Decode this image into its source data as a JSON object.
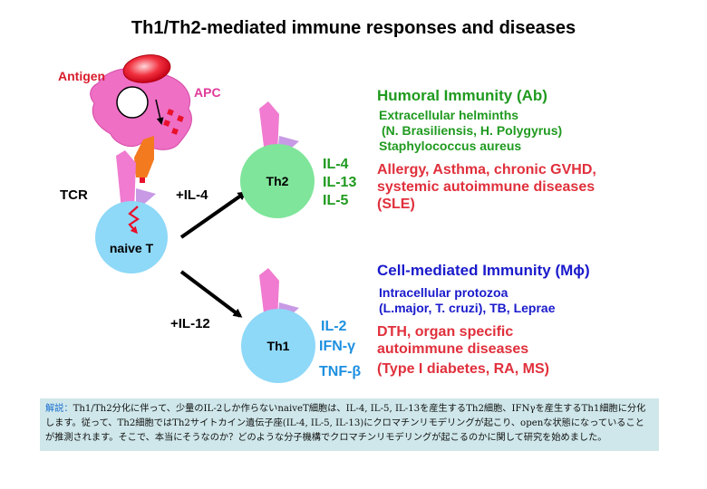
{
  "title": "Th1/Th2-mediated immune responses and diseases",
  "labels": {
    "antigen": "Antigen",
    "apc": "APC",
    "tcr": "TCR",
    "naive_t": "naive T",
    "il4_arrow": "+IL-4",
    "il12_arrow": "+IL-12"
  },
  "th2": {
    "label": "Th2",
    "cytokines": [
      "IL-4",
      "IL-13",
      "IL-5"
    ],
    "immunity_title": "Humoral Immunity (Ab)",
    "pathogens": [
      "Extracellular helminths",
      "(N. Brasiliensis, H. Polygyrus)",
      "Staphylococcus aureus"
    ],
    "diseases": [
      "Allergy, Asthma, chronic GVHD,",
      "systemic autoimmune diseases",
      "(SLE)"
    ]
  },
  "th1": {
    "label": "Th1",
    "cytokines": [
      "IL-2",
      "IFN-γ",
      "TNF-β"
    ],
    "immunity_title": "Cell-mediated Immunity (Mϕ)",
    "pathogens": [
      "Intracellular protozoa",
      "(L.major, T. cruzi), TB, Leprae"
    ],
    "diseases": [
      "DTH, organ specific",
      "autoimmune diseases",
      "(Type I diabetes, RA, MS)"
    ]
  },
  "note": {
    "prefix": "解説：",
    "text": "Th1/Th2分化に伴って、少量のIL-2しか作らないnaiveT細胞は、IL-4, IL-5, IL-13を産生するTh2細胞、IFNγを産生するTh1細胞に分化します。従って、Th2細胞ではTh2サイトカイン遺伝子座(IL-4, IL-5, IL-13)にクロマチンリモデリングが起こり、openな状態になっていることが推測されます。そこで、本当にそうなのか？どのような分子機構でクロマチンリモデリングが起こるのかに関して研究を始めました。"
  },
  "colors": {
    "cell_blue": "#8ed8f8",
    "cell_green": "#7fe59a",
    "apc_pink": "#ee6fc4",
    "receptor_pink": "#f07bd0",
    "cd_lilac": "#c89ae6",
    "antigen_red": "#e8102a",
    "mhc_orange": "#f47a1f",
    "note_bg": "#cfe7ea"
  }
}
